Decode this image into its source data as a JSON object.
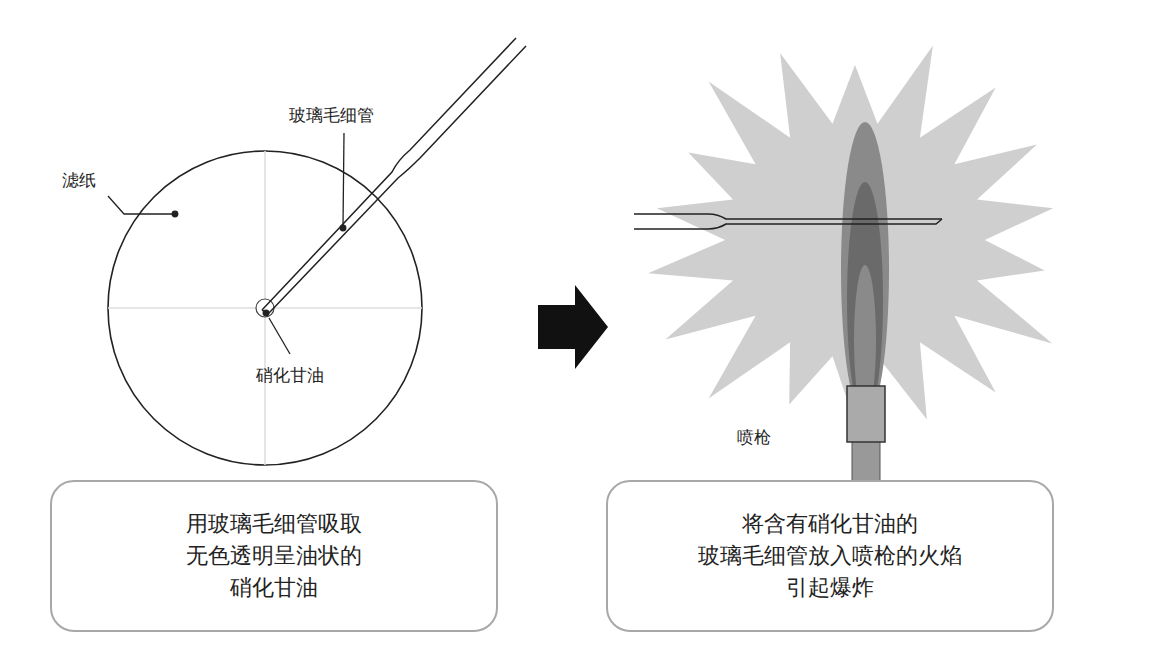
{
  "diagram": {
    "nodes": [
      {
        "text": [
          "用玻璃毛细管吸取 无色透明呈油状的 硝化甘油"
        ]
      },
      {
        "text": [
          "将含有硝化甘油的 玻璃毛细管放入喷枪的火焰 引起爆炸"
        ]
      }
    ],
    "labels": [
      "滤纸",
      "玻璃毛细管",
      "硝化甘油",
      "喷枪"
    ]
  }
}
